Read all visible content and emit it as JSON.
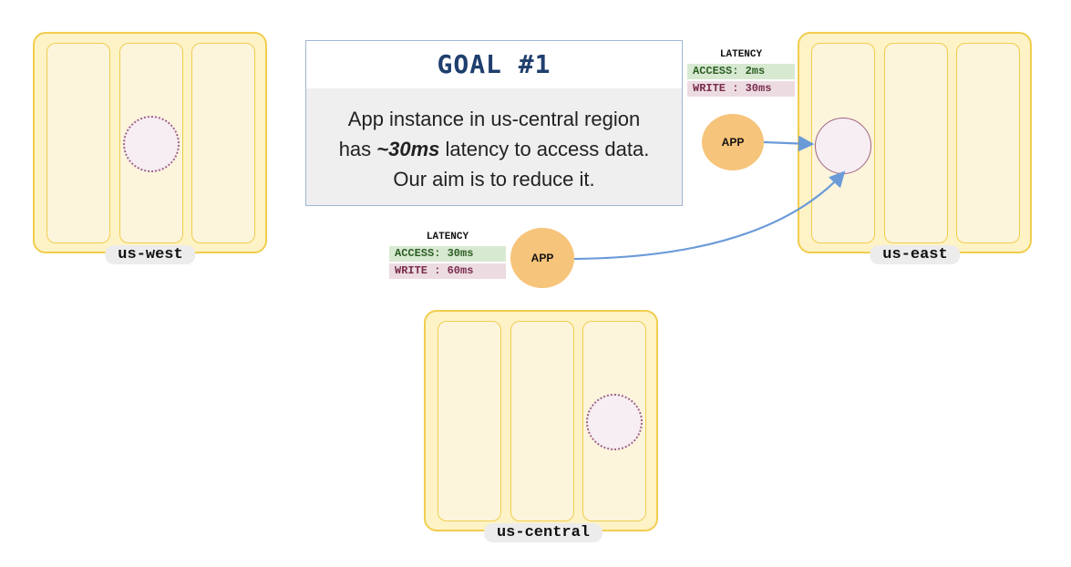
{
  "goal": {
    "title": "GOAL #1",
    "line1": "App instance in us-central region",
    "line2_prefix": "has ",
    "line2_emph": "~30ms",
    "line2_suffix": " latency to access data.",
    "line3": "Our aim is to reduce it."
  },
  "regions": {
    "west": {
      "label": "us-west"
    },
    "east": {
      "label": "us-east"
    },
    "central": {
      "label": "us-central"
    }
  },
  "apps": {
    "east": {
      "label": "APP",
      "latency_title": "LATENCY",
      "access": "ACCESS: 2ms",
      "write": "WRITE : 30ms"
    },
    "central": {
      "label": "APP",
      "latency_title": "LATENCY",
      "access": "ACCESS: 30ms",
      "write": "WRITE : 60ms"
    }
  },
  "colors": {
    "region_fill": "#fdf3c7",
    "region_border": "#f2cd4e",
    "app_fill": "#f6c47a",
    "replica_border": "#a06481",
    "arrow": "#6a9ad8",
    "goal_title": "#1f3f6e"
  }
}
